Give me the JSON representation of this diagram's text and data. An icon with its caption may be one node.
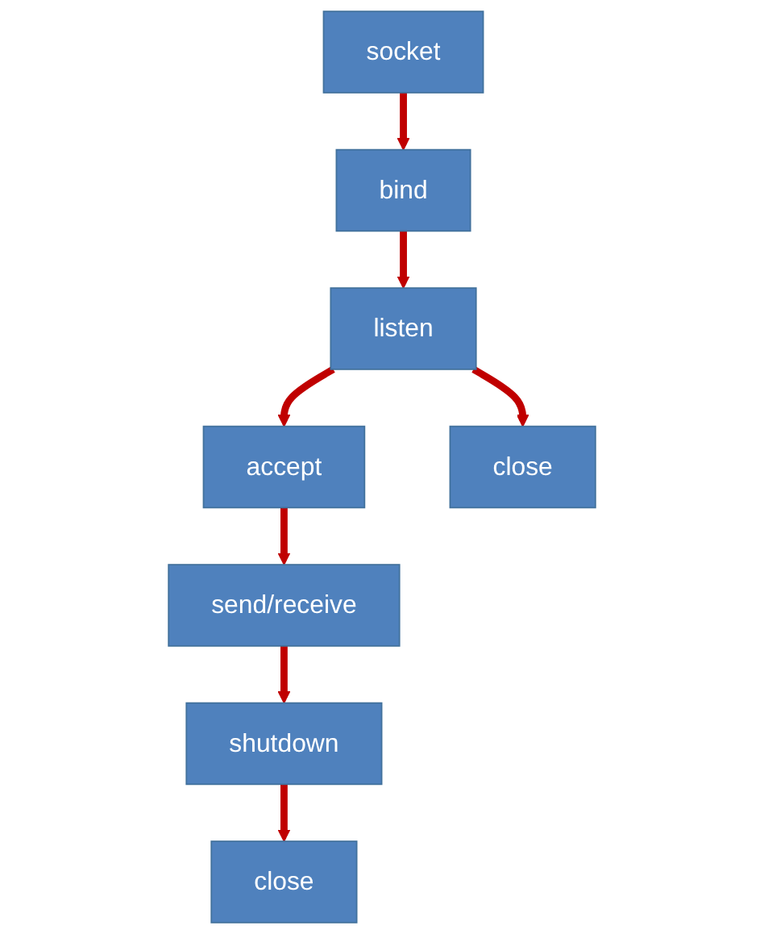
{
  "diagram": {
    "nodes": [
      {
        "text": [
          "socket"
        ]
      },
      {
        "text": [
          "bind"
        ]
      },
      {
        "text": [
          "listen"
        ]
      },
      {
        "text": [
          "accept"
        ]
      },
      {
        "text": [
          "close"
        ]
      },
      {
        "text": [
          "send/receive"
        ]
      },
      {
        "text": [
          "shutdown"
        ]
      },
      {
        "text": [
          "close"
        ]
      }
    ],
    "edges": [
      {
        "from": 0,
        "to": 1,
        "arrow": "to"
      },
      {
        "from": 1,
        "to": 2,
        "arrow": "to"
      },
      {
        "from": 2,
        "to": 3,
        "arrow": "to"
      },
      {
        "from": 2,
        "to": 4,
        "arrow": "to"
      },
      {
        "from": 3,
        "to": 5,
        "arrow": "to"
      },
      {
        "from": 5,
        "to": 6,
        "arrow": "to"
      },
      {
        "from": 6,
        "to": 7,
        "arrow": "to"
      }
    ]
  }
}
